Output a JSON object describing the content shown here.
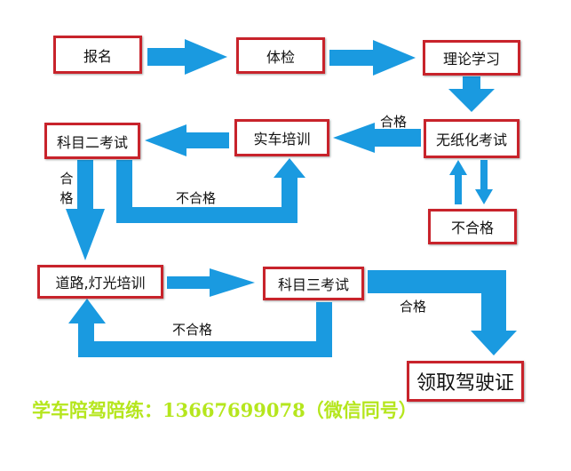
{
  "colors": {
    "arrow": "#1a9ae0",
    "box_border": "#c8232b",
    "footer_text": "#b5e61d"
  },
  "nodes": {
    "signup": "报名",
    "physical": "体检",
    "theory": "理论学习",
    "paperless_exam": "无纸化考试",
    "fail_box": "不合格",
    "car_training": "实车培训",
    "subject2": "科目二考试",
    "road_training": "道路,灯光培训",
    "subject3": "科目三考试",
    "license": "领取驾驶证"
  },
  "edge_labels": {
    "pass_to_car_training": "合格",
    "subject2_fail": "不合格",
    "subject2_pass": "合格",
    "subject3_pass": "合格",
    "subject3_fail": "不合格"
  },
  "footer": "学车陪驾陪练：13667699078（微信同号）"
}
